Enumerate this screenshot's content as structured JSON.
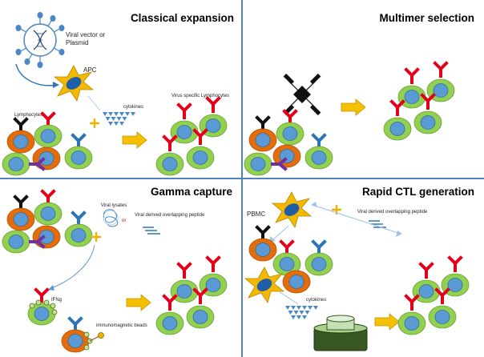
{
  "colors": {
    "divider": "#4f81bd",
    "cell_green": "#92d050",
    "cell_orange": "#e46c0a",
    "nucleus": "#5b9bd5",
    "receptor_red": "#e3001b",
    "receptor_black": "#111111",
    "receptor_blue": "#2e75b6",
    "receptor_purple": "#7030a0",
    "apc_yellow": "#f5b800",
    "apc_nucleus": "#1f5fa8",
    "arrow_gold": "#f0b400",
    "plus_gold": "#f0b400",
    "virus_blue": "#4a86c8",
    "bead_column_green": "#548235"
  },
  "panels": [
    {
      "title": "Classical expansion",
      "labels": {
        "vector": "Viral vector or\nPlasmid",
        "apc": "APC",
        "cytokines": "cytokines",
        "lymphocytes": "Lymphocytes",
        "result": "Virus specific Lymphocytes"
      }
    },
    {
      "title": "Multimer selection",
      "labels": {}
    },
    {
      "title": "Gamma capture",
      "labels": {
        "lysates": "Viral lysates",
        "or": "or",
        "peptide": "Viral derived overlapping peptide",
        "ifng": "IFNg",
        "beads": "immunomagnetic beads"
      }
    },
    {
      "title": "Rapid CTL generation",
      "labels": {
        "pbmc": "PBMC",
        "peptide": "Viral derived overlapping peptide",
        "cytokines": "cytokines"
      }
    }
  ]
}
